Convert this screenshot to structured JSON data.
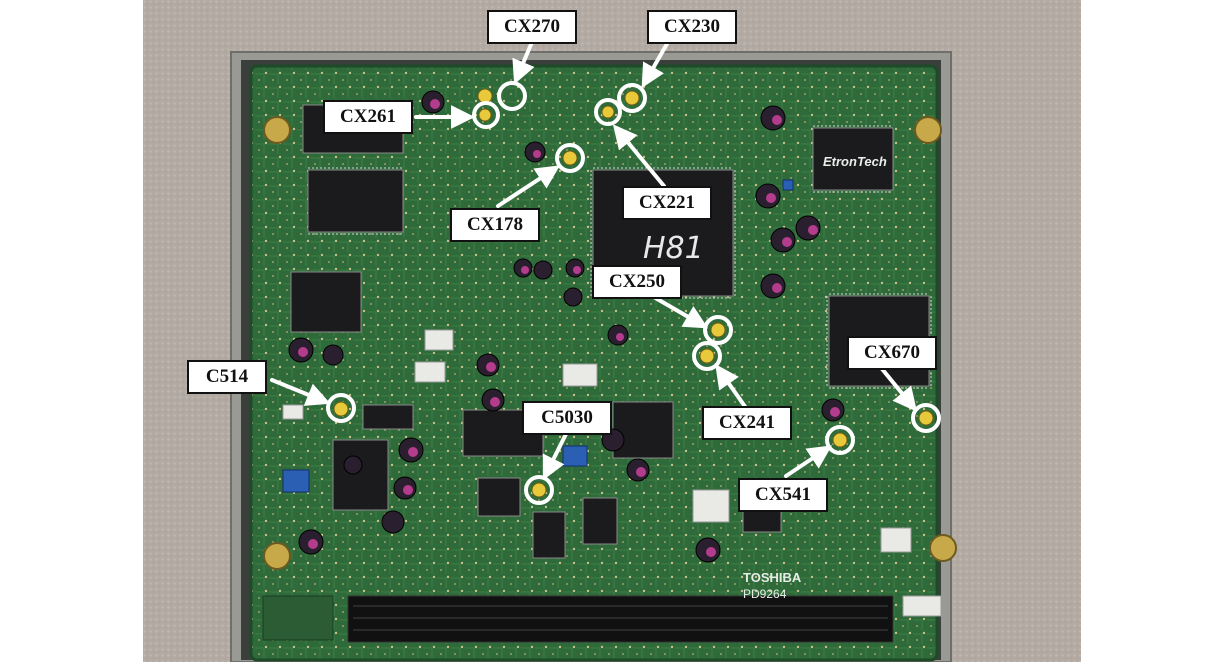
{
  "image": {
    "description_labels": {
      "callouts": [
        {
          "id": "cx270",
          "label": "CX270"
        },
        {
          "id": "cx230",
          "label": "CX230"
        },
        {
          "id": "cx261",
          "label": "CX261"
        },
        {
          "id": "cx221",
          "label": "CX221"
        },
        {
          "id": "cx178",
          "label": "CX178"
        },
        {
          "id": "cx250",
          "label": "CX250"
        },
        {
          "id": "cx670",
          "label": "CX670"
        },
        {
          "id": "c514",
          "label": "C514"
        },
        {
          "id": "c5030",
          "label": "C5030"
        },
        {
          "id": "cx241",
          "label": "CX241"
        },
        {
          "id": "cx541",
          "label": "CX541"
        }
      ]
    },
    "board_text": {
      "chip_brand": "EtronTech",
      "handwritten": "H81",
      "maker": "TOSHIBA",
      "part_number": "PD9264"
    },
    "colors": {
      "board": "#2f6b3a",
      "background": "#b5ada5",
      "callout_border": "#111111",
      "marker": "#ffffff"
    }
  }
}
